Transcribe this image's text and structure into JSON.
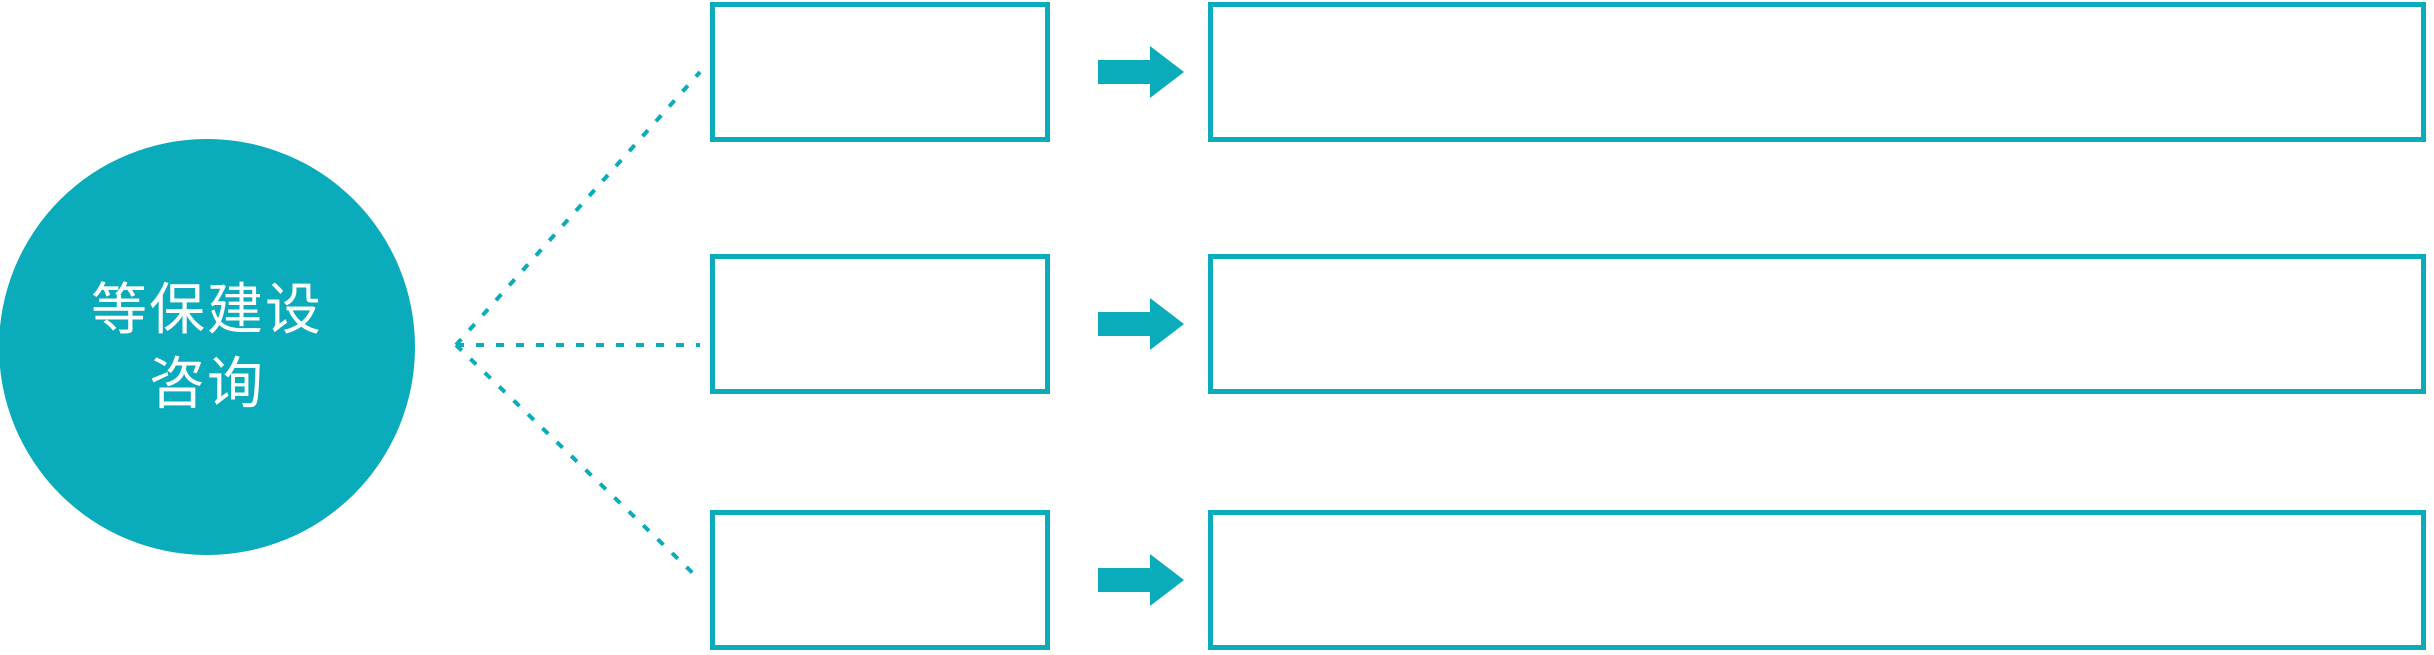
{
  "colors": {
    "accent": "#0aabbb",
    "background": "#ffffff",
    "hub_text": "#ffffff",
    "box_border": "#0aabbb"
  },
  "hub": {
    "name": "等保建设咨询",
    "line1": "等保建设",
    "line2": "咨询"
  },
  "connector": {
    "style": "dotted",
    "color": "#0aabbb",
    "branch_count": 3
  },
  "rows": [
    {
      "id": "row-1",
      "stage_label": "",
      "detail_label": "",
      "arrow_icon": "arrow-right-icon"
    },
    {
      "id": "row-2",
      "stage_label": "",
      "detail_label": "",
      "arrow_icon": "arrow-right-icon"
    },
    {
      "id": "row-3",
      "stage_label": "",
      "detail_label": "",
      "arrow_icon": "arrow-right-icon"
    }
  ]
}
